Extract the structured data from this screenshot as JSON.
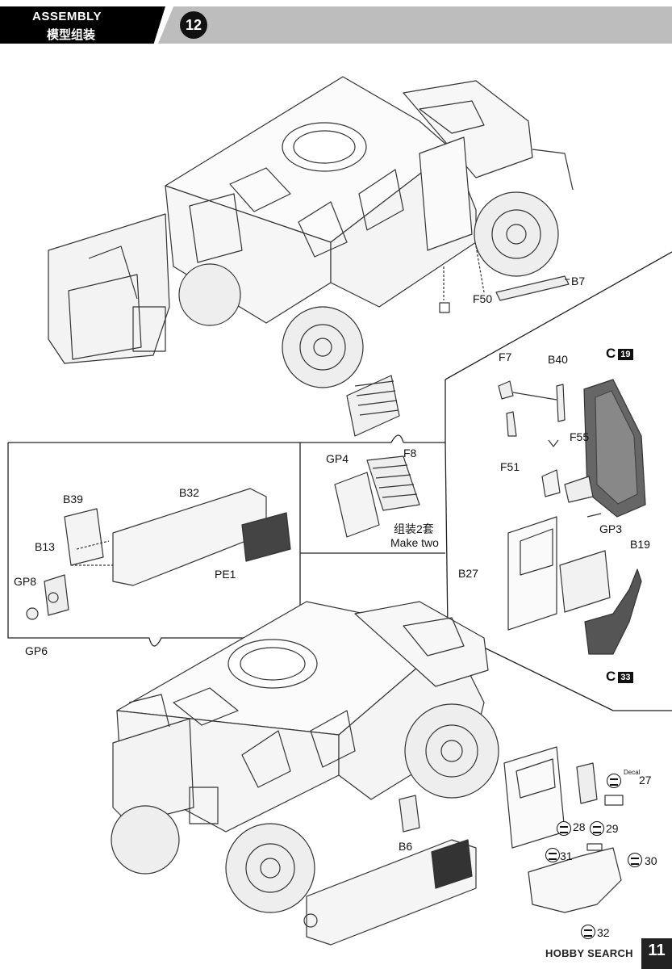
{
  "header": {
    "title_en": "ASSEMBLY",
    "title_cn": "模型组装",
    "step": "12"
  },
  "labels": {
    "b7": "B7",
    "f50": "F50",
    "f7": "F7",
    "b40": "B40",
    "c19_letter": "C",
    "c19_num": "19",
    "f55": "F55",
    "f51": "F51",
    "gp3": "GP3",
    "b19": "B19",
    "b27": "B27",
    "c33_letter": "C",
    "c33_num": "33",
    "gp4": "GP4",
    "f8": "F8",
    "make_two_cn": "组装2套",
    "make_two_en": "Make two",
    "b39": "B39",
    "b32": "B32",
    "b13": "B13",
    "gp8": "GP8",
    "gp6": "GP6",
    "pe1": "PE1",
    "b6": "B6"
  },
  "decals": {
    "d27": "27",
    "d28": "28",
    "d29": "29",
    "d30": "30",
    "d31": "31",
    "d32": "32",
    "decal_tag": "Decal"
  },
  "footer": {
    "page_number": "11",
    "watermark": "HOBBY SEARCH"
  },
  "colors": {
    "header_black": "#000000",
    "header_grey": "#bdbdbd",
    "line": "#333333",
    "part_dark": "#555555"
  }
}
